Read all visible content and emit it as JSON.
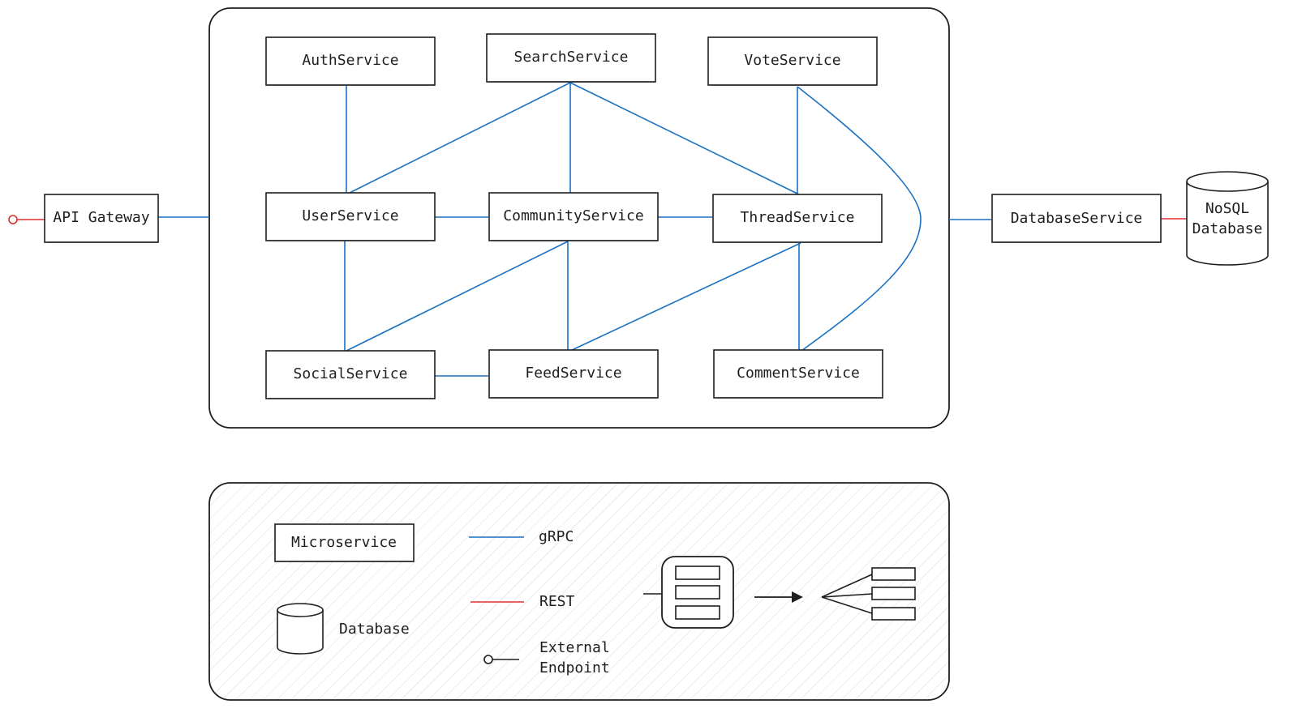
{
  "services": {
    "auth": "AuthService",
    "search": "SearchService",
    "vote": "VoteService",
    "user": "UserService",
    "community": "CommunityService",
    "thread": "ThreadService",
    "social": "SocialService",
    "feed": "FeedService",
    "comment": "CommentService"
  },
  "external": {
    "gateway": "API Gateway",
    "database_service": "DatabaseService",
    "nosql_line1": "NoSQL",
    "nosql_line2": "Database"
  },
  "legend": {
    "microservice": "Microservice",
    "database": "Database",
    "grpc": "gRPC",
    "rest": "REST",
    "external_line1": "External",
    "external_line2": "Endpoint"
  },
  "colors": {
    "grpc": "#1971c2",
    "rest": "#e03131",
    "stroke": "#1e1e1e",
    "background": "#ffffff"
  }
}
